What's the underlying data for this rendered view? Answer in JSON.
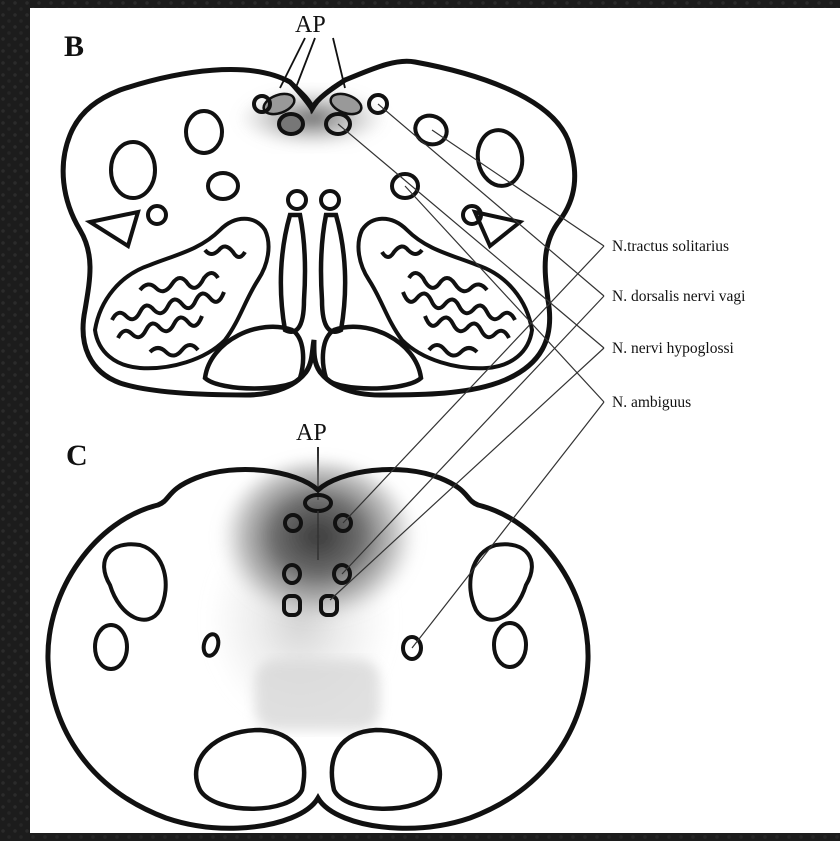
{
  "figure": {
    "panel_b_letter": "B",
    "panel_c_letter": "C",
    "ap_label_top": "AP",
    "ap_label_bottom": "AP",
    "legend": [
      "N.tractus solitarius",
      "N. dorsalis nervi vagi",
      "N. nervi hypoglossi",
      "N. ambiguus"
    ],
    "colors": {
      "outline": "#111111",
      "background": "#ffffff",
      "shading_dark": "#3a3a3a",
      "shading_light": "#d9d9d9"
    }
  }
}
